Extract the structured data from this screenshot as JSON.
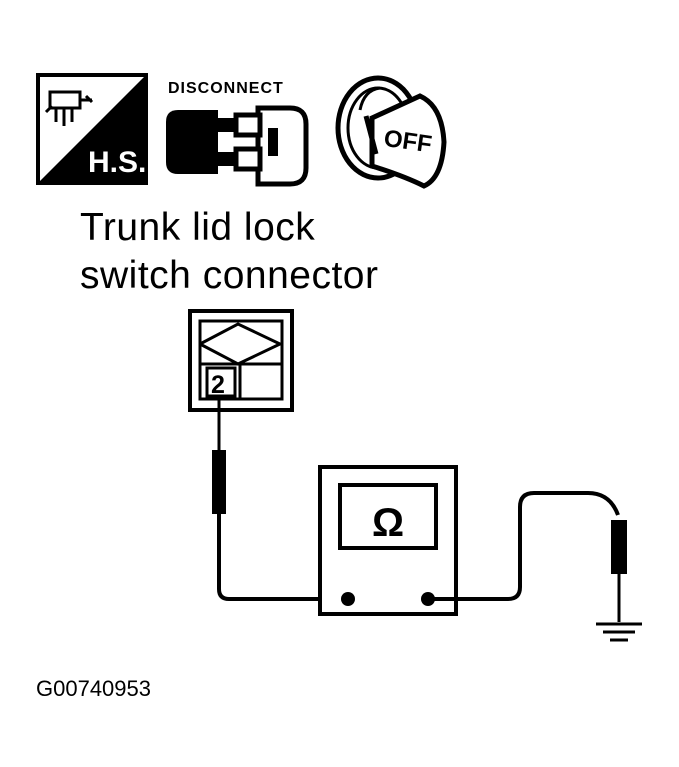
{
  "icons": {
    "hs": {
      "label": "H.S.",
      "name": "harness-service-icon"
    },
    "disconnect": {
      "label": "DISCONNECT",
      "name": "disconnect-connector-icon"
    },
    "ignition": {
      "label": "OFF",
      "name": "ignition-key-off-icon"
    }
  },
  "title": {
    "line1": "Trunk lid lock",
    "line2": "switch connector"
  },
  "connector": {
    "terminal": "2"
  },
  "meter": {
    "symbol": "Ω"
  },
  "figure_id": "G00740953"
}
